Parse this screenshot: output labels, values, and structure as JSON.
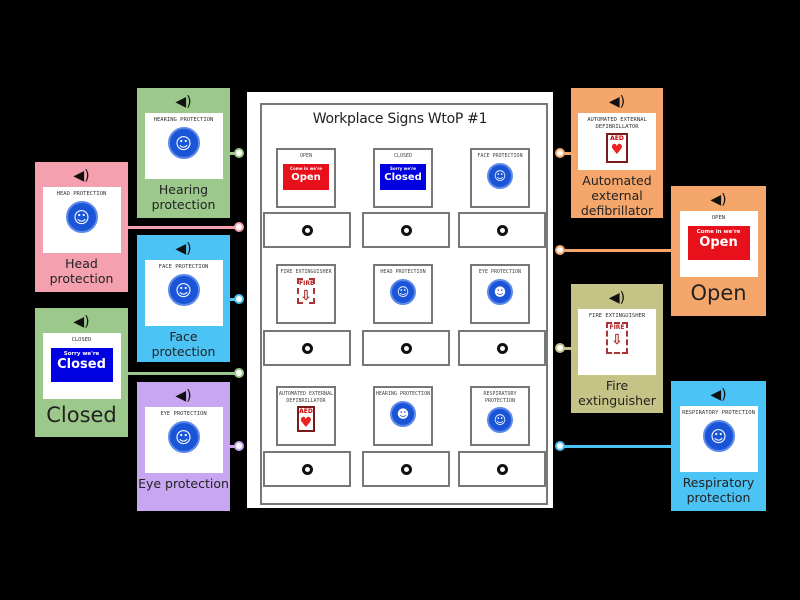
{
  "worksheet": {
    "title": "Workplace Signs WtoP #1",
    "signs": [
      {
        "caption": "Open",
        "kind": "open",
        "sign_small": "Come in we're",
        "sign_big": "Open"
      },
      {
        "caption": "Closed",
        "kind": "closed",
        "sign_small": "Sorry we're",
        "sign_big": "Closed"
      },
      {
        "caption": "Face protection",
        "kind": "circle",
        "icon": "face-shield-icon"
      },
      {
        "caption": "Fire extinguisher",
        "kind": "fire",
        "sign_text": "FIRE"
      },
      {
        "caption": "Head protection",
        "kind": "circle",
        "icon": "hard-hat-icon"
      },
      {
        "caption": "Eye protection",
        "kind": "circle",
        "icon": "goggles-icon"
      },
      {
        "caption": "Automated external defibrillator",
        "kind": "aed",
        "sign_text": "AED"
      },
      {
        "caption": "Hearing protection",
        "kind": "circle",
        "icon": "ear-muffs-icon"
      },
      {
        "caption": "Respiratory protection",
        "kind": "circle",
        "icon": "respirator-icon"
      }
    ]
  },
  "cards": [
    {
      "id": "hearing",
      "label": "Hearing protection",
      "caption": "Hearing protection",
      "kind": "circle",
      "color": "#9cc98b",
      "big": false
    },
    {
      "id": "head",
      "label": "Head protection",
      "caption": "Head protection",
      "kind": "circle",
      "color": "#f4a0ae",
      "big": false
    },
    {
      "id": "face",
      "label": "Face protection",
      "caption": "Face protection",
      "kind": "circle",
      "color": "#4cc3f5",
      "big": false
    },
    {
      "id": "closed",
      "label": "Closed",
      "caption": "Closed",
      "kind": "closed",
      "sign_small": "Sorry we're",
      "sign_big": "Closed",
      "color": "#9cc98b",
      "big": true
    },
    {
      "id": "eye",
      "label": "Eye protection",
      "caption": "Eye protection",
      "kind": "circle",
      "color": "#c8a6f2",
      "big": false
    },
    {
      "id": "aed",
      "label": "Automated external defibrillator",
      "caption": "Automated external defibrillator",
      "kind": "aed",
      "sign_text": "AED",
      "color": "#f5a66b",
      "big": false
    },
    {
      "id": "open",
      "label": "Open",
      "caption": "Open",
      "kind": "open",
      "sign_small": "Come in we're",
      "sign_big": "Open",
      "color": "#f5a66b",
      "big": true
    },
    {
      "id": "fire",
      "label": "Fire extinguisher",
      "caption": "Fire extinguisher",
      "kind": "fire",
      "sign_text": "FIRE",
      "color": "#c5c486",
      "big": false
    },
    {
      "id": "resp",
      "label": "Respiratory protection",
      "caption": "Respiratory protection",
      "kind": "circle",
      "color": "#4cc3f5",
      "big": false
    }
  ],
  "icons": {
    "audio": "speaker-icon"
  }
}
